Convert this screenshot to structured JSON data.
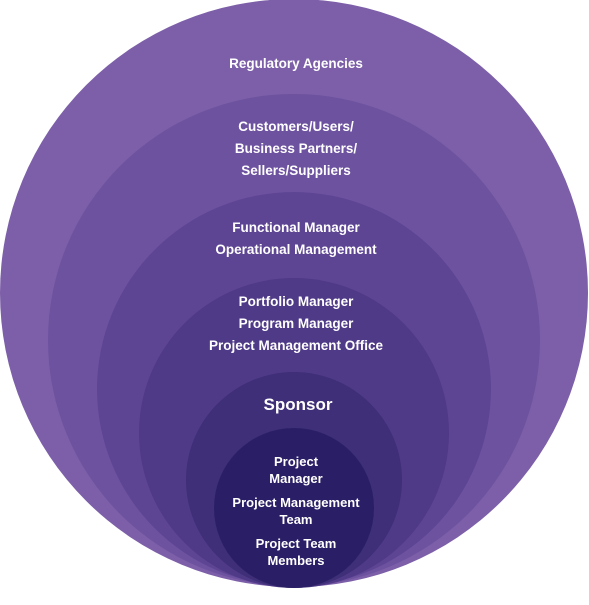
{
  "rings": [
    {
      "name": "regulatory",
      "color": "#7c5fa8"
    },
    {
      "name": "customers",
      "color": "#6d52a0"
    },
    {
      "name": "functional",
      "color": "#5e4594"
    },
    {
      "name": "portfolio",
      "color": "#4f3a87"
    },
    {
      "name": "sponsor",
      "color": "#3f2e78"
    },
    {
      "name": "project-core",
      "color": "#2a1f66"
    }
  ],
  "labels": {
    "regulatory": "Regulatory Agencies",
    "customers": [
      "Customers/Users/",
      "Business Partners/",
      "Sellers/Suppliers"
    ],
    "functional": [
      "Functional Manager",
      "Operational Management"
    ],
    "portfolio": [
      "Portfolio Manager",
      "Program Manager",
      "Project Management Office"
    ],
    "sponsor": "Sponsor",
    "core": [
      "Project",
      "Manager",
      "Project Management",
      "Team",
      "Project Team",
      "Members"
    ]
  }
}
